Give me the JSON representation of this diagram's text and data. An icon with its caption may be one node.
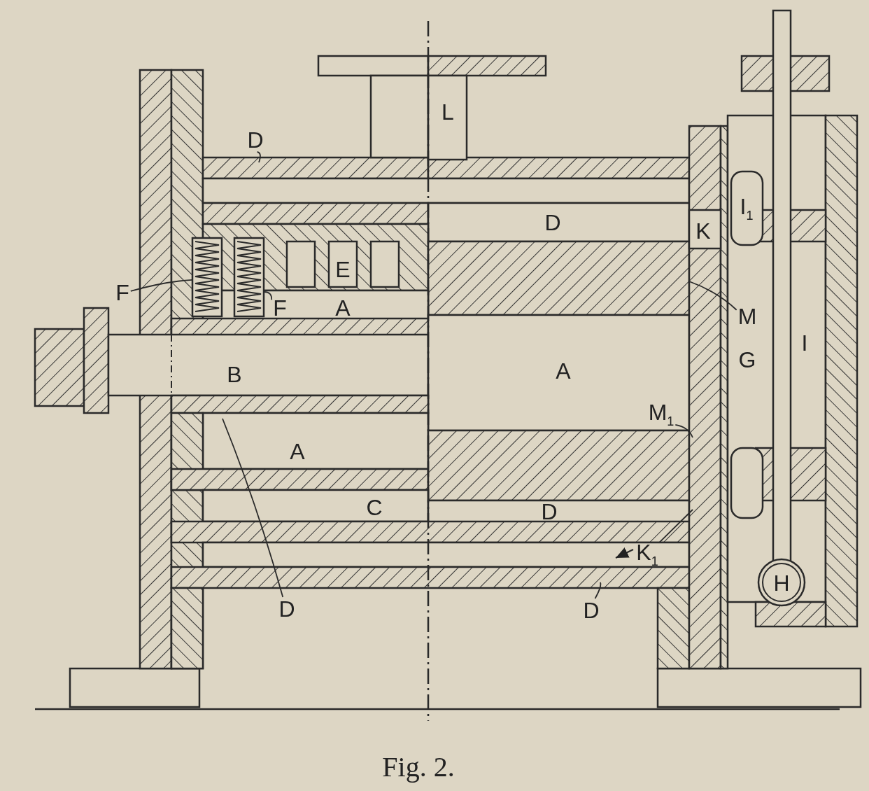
{
  "diagram": {
    "caption": "Fig. 2.",
    "nodes": [
      {
        "text": [
          "D"
        ]
      },
      {
        "text": [
          "F"
        ]
      },
      {
        "text": [
          "F"
        ]
      },
      {
        "text": [
          "M"
        ]
      },
      {
        "text": [
          "M$_{1}$"
        ]
      },
      {
        "text": [
          "K$_{1}$"
        ]
      },
      {
        "text": [
          "D"
        ]
      },
      {
        "text": [
          "D"
        ]
      },
      {
        "text": [],
        "shape": "picture"
      },
      {
        "text": [],
        "shape": "picture"
      }
    ],
    "edges": [
      {
        "from": 0,
        "to": null,
        "arrow": "none"
      },
      {
        "from": 1,
        "to": 8,
        "arrow": "none"
      },
      {
        "from": 2,
        "to": 9,
        "arrow": "none"
      },
      {
        "from": 3,
        "to": null,
        "arrow": "none"
      },
      {
        "from": 4,
        "to": null,
        "arrow": "none"
      },
      {
        "from": 5,
        "to": null,
        "arrow": "none"
      },
      {
        "from": 6,
        "to": null,
        "arrow": "none"
      },
      {
        "from": 7,
        "to": null,
        "arrow": "none"
      }
    ],
    "labels": [
      "L",
      "D",
      "K",
      "I$_{1}$",
      "E",
      "A",
      "A",
      "B",
      "G",
      "I",
      "A",
      "C",
      "D",
      "H"
    ]
  }
}
